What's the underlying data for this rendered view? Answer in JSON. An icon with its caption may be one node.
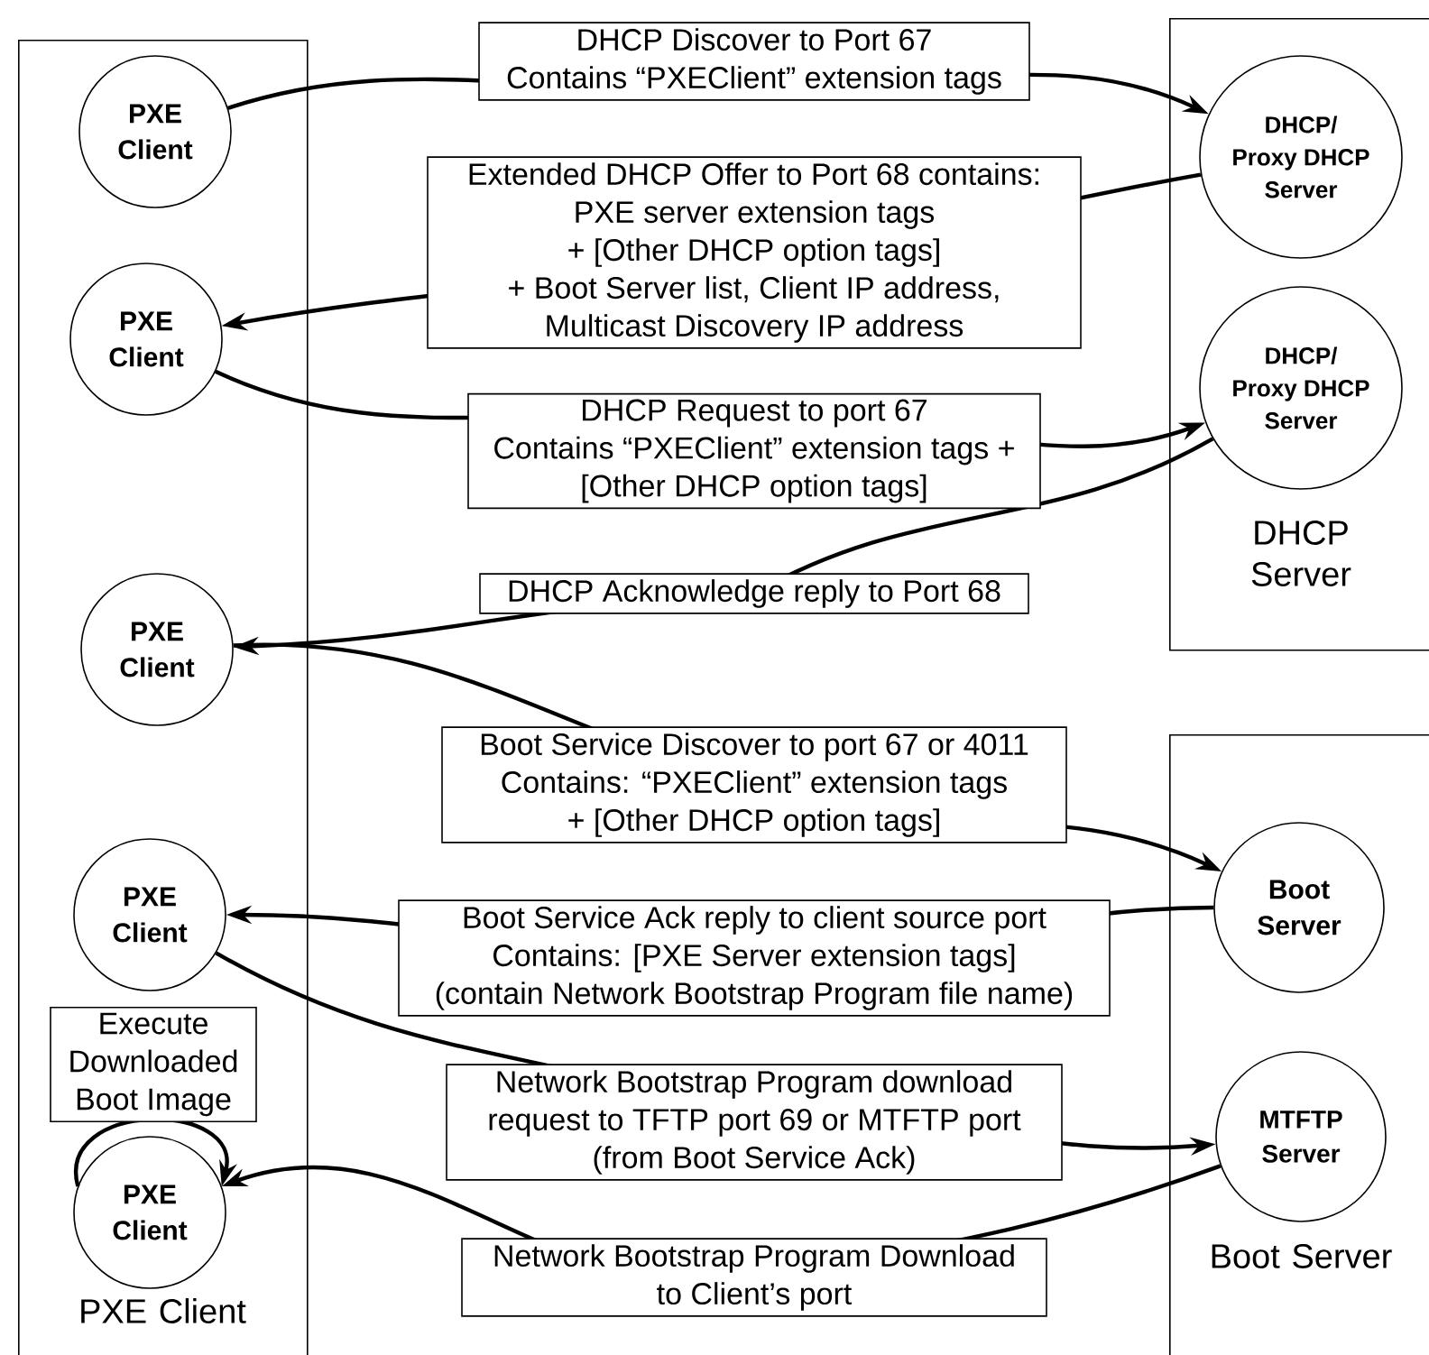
{
  "diagram": {
    "nodes": [
      {
        "text": [
          "PXE Client"
        ]
      },
      {
        "text": [
          "DHCP Server"
        ]
      },
      {
        "text": [
          "Boot Server"
        ]
      },
      {
        "text": [
          "PXE Client"
        ],
        "in": 0
      },
      {
        "text": [
          "DHCP/ Proxy DHCP Server"
        ],
        "in": 1
      },
      {
        "text": [
          "PXE Client"
        ],
        "in": 0
      },
      {
        "text": [
          "DHCP/ Proxy DHCP Server"
        ],
        "in": 1
      },
      {
        "text": [
          "PXE Client"
        ],
        "in": 0
      },
      {
        "text": [
          "Boot Server"
        ],
        "in": 2
      },
      {
        "text": [
          "PXE Client"
        ],
        "in": 0
      },
      {
        "text": [
          "MTFTP Server"
        ],
        "in": 2
      },
      {
        "text": [
          "PXE Client"
        ],
        "in": 0
      }
    ],
    "edges": [
      {
        "from": 3,
        "to": 4,
        "arrow": "to",
        "label": "DHCP Discover to Port 67 Contains “PXEClient” extension tags"
      },
      {
        "from": 4,
        "to": 5,
        "arrow": "to",
        "label": "Extended DHCP Offer to Port 68 contains: PXE server extension tags + [Other DHCP option tags] + Boot Server list, Client IP address, Multicast Discovery IP address"
      },
      {
        "from": 5,
        "to": 6,
        "arrow": "to",
        "label": "DHCP Request to port 67 Contains “PXEClient” extension tags + [Other DHCP option tags]"
      },
      {
        "from": 6,
        "to": 7,
        "arrow": "to",
        "label": "DHCP Acknowledge reply to Port 68"
      },
      {
        "from": 7,
        "to": 8,
        "arrow": "to",
        "label": "Boot Service Discover to port 67 or 4011 Contains: “PXEClient” extension tags + [Other DHCP option tags]"
      },
      {
        "from": 8,
        "to": 9,
        "arrow": "to",
        "label": "Boot Service Ack reply to client source port Contains: [PXE Server extension tags] (contain Network Bootstrap Program file name)"
      },
      {
        "from": 9,
        "to": 10,
        "arrow": "to",
        "label": "Network Bootstrap Program download request to TFTP port 69 or MTFTP port (from Boot Service Ack)"
      },
      {
        "from": 10,
        "to": 11,
        "arrow": "to",
        "label": "Network Bootstrap Program Download to Client’s port"
      },
      {
        "from": 11,
        "to": 11,
        "arrow": "to",
        "label": "Execute Downloaded Boot Image"
      }
    ]
  }
}
